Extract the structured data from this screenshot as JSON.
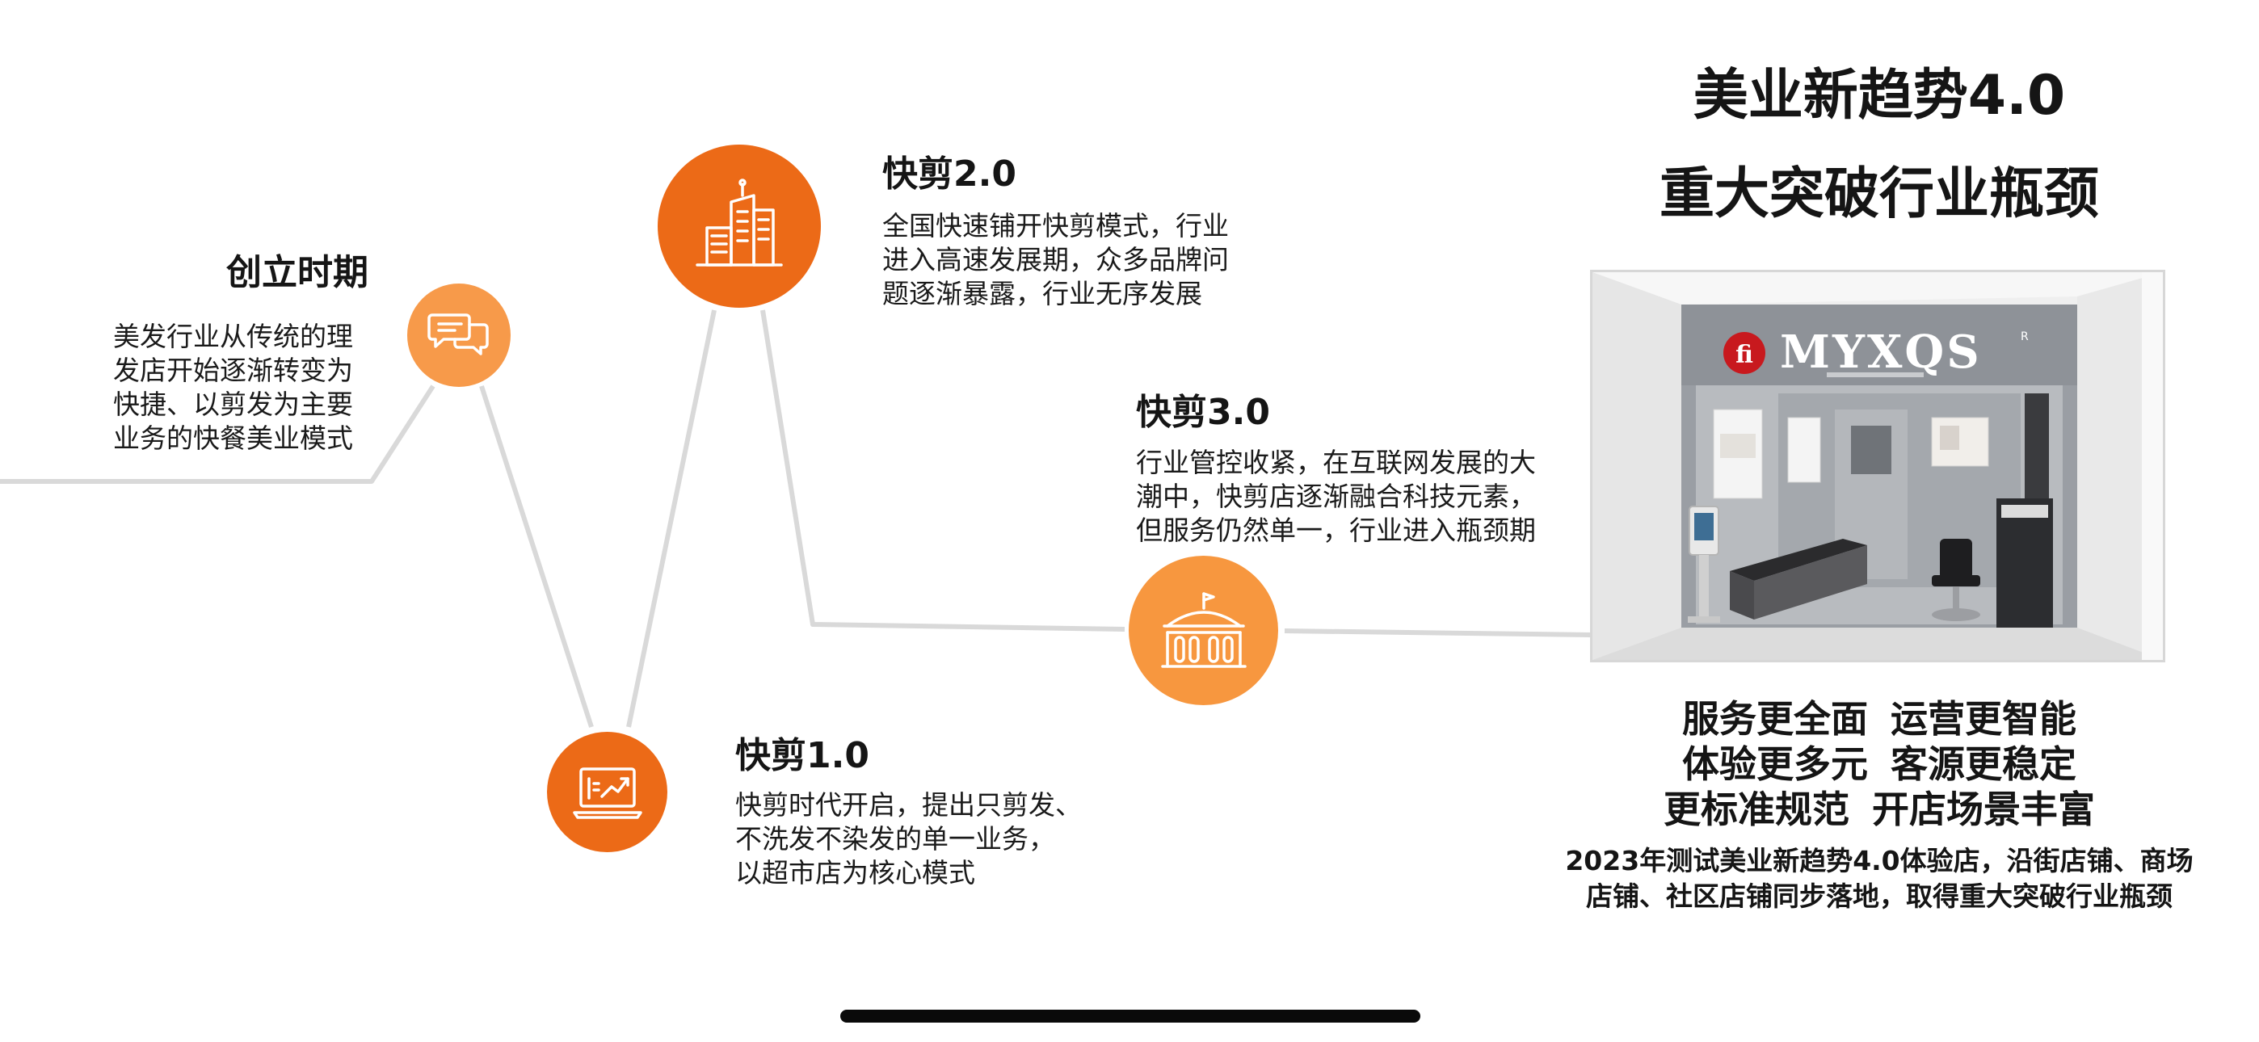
{
  "stages": {
    "founding": {
      "title": "创立时期",
      "description": "美发行业从传统的理\n发店开始逐渐转变为\n快捷、以剪发为主要\n业务的快餐美业模式",
      "icon": "chat-bubbles-icon",
      "color": "#f79a4a"
    },
    "quickcut_20": {
      "title": "快剪2.0",
      "description": "全国快速铺开快剪模式，行业\n进入高速发展期，众多品牌问\n题逐渐暴露，行业无序发展",
      "icon": "buildings-icon",
      "color": "#ec6a17"
    },
    "quickcut_30": {
      "title": "快剪3.0",
      "description": "行业管控收紧，在互联网发展的大\n潮中，快剪店逐渐融合科技元素，\n但服务仍然单一，行业进入瓶颈期",
      "icon": "government-building-icon",
      "color": "#f7973f"
    },
    "quickcut_10": {
      "title": "快剪1.0",
      "description": "快剪时代开启，提出只剪发、\n不洗发不染发的单一业务，\n以超市店为核心模式",
      "icon": "growth-chart-icon",
      "color": "#ec6a17"
    }
  },
  "headline": {
    "line1": "美业新趋势4.0",
    "line2": "重大突破行业瓶颈"
  },
  "store_photo": {
    "brand": "MYXQS",
    "registered_mark": "R"
  },
  "features": [
    [
      "服务更全面",
      "运营更智能"
    ],
    [
      "体验更多元",
      "客源更稳定"
    ],
    [
      "更标准规范",
      "开店场景丰富"
    ]
  ],
  "summary": "2023年测试美业新趋势4.0体验店，沿街店铺、商场\n店铺、社区店铺同步落地，取得重大突破行业瓶颈",
  "colors": {
    "accent_dark": "#ec6a17",
    "accent_light": "#f79a4a",
    "line": "#d9d9d9",
    "text": "#151515"
  }
}
